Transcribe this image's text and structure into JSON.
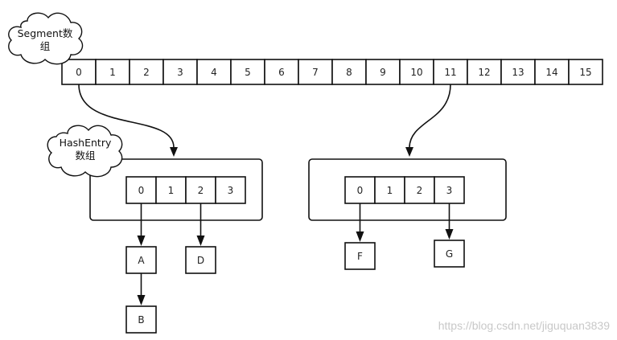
{
  "segment_label": "Segment数组",
  "segment_label_lines": [
    "Segment数",
    "组"
  ],
  "segment_cells": [
    "0",
    "1",
    "2",
    "3",
    "4",
    "5",
    "6",
    "7",
    "8",
    "9",
    "10",
    "11",
    "12",
    "13",
    "14",
    "15"
  ],
  "hashentry_label": "HashEntry数组",
  "hashentry_label_lines": [
    "HashEntry",
    "数组"
  ],
  "tables": [
    {
      "from_segment_index": "0",
      "cells": [
        "0",
        "1",
        "2",
        "3"
      ],
      "chains": [
        {
          "from_cell": "0",
          "nodes": [
            "A",
            "B"
          ]
        },
        {
          "from_cell": "2",
          "nodes": [
            "D"
          ]
        }
      ]
    },
    {
      "from_segment_index": "11",
      "cells": [
        "0",
        "1",
        "2",
        "3"
      ],
      "chains": [
        {
          "from_cell": "0",
          "nodes": [
            "F"
          ]
        },
        {
          "from_cell": "3",
          "nodes": [
            "G"
          ]
        }
      ]
    }
  ],
  "watermark": "https://blog.csdn.net/jiguquan3839",
  "colors": {
    "stroke": "#111111",
    "fill": "#ffffff",
    "watermark": "#c8c8c8"
  }
}
